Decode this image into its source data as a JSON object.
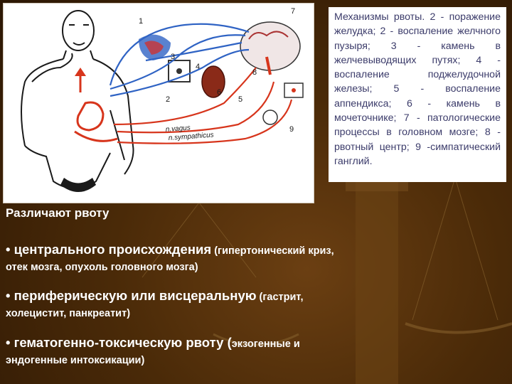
{
  "diagram": {
    "labels": [
      "1",
      "2",
      "3",
      "4",
      "5",
      "6",
      "7",
      "8",
      "9",
      "n.vagus",
      "n.sympathicus"
    ],
    "caption": "Механизмы рвоты. 2 - поражение желудка; 2 - воспаление желчного пузыря; 3 - камень в желчевыводящих путях; 4 - воспаление поджелудочной железы; 5 - воспаление аппендикса; 6 - камень в мочеточнике; 7 - патологические процессы в головном мозге; 8 - рвотный центр; 9 -симпатический ганглий."
  },
  "content": {
    "heading": "Различают рвоту",
    "items": [
      {
        "main": "• центрального происхождения",
        "note": " (гипертонический криз,",
        "line2": "отек мозга, опухоль головного мозга)"
      },
      {
        "main": "• периферическую или висцеральную",
        "note": " (гастрит,",
        "line2": "холецистит, панкреатит)"
      },
      {
        "main": "• гематогенно-токсическую рвоту (",
        "note": "экзогенные и",
        "line2": "эндогенные интоксикации)"
      }
    ]
  },
  "colors": {
    "background": "#4a2a08",
    "text": "#ffffff",
    "caption_text": "#3b3b6a",
    "nerve_red": "#d7351c",
    "nerve_blue": "#2f63c4"
  }
}
